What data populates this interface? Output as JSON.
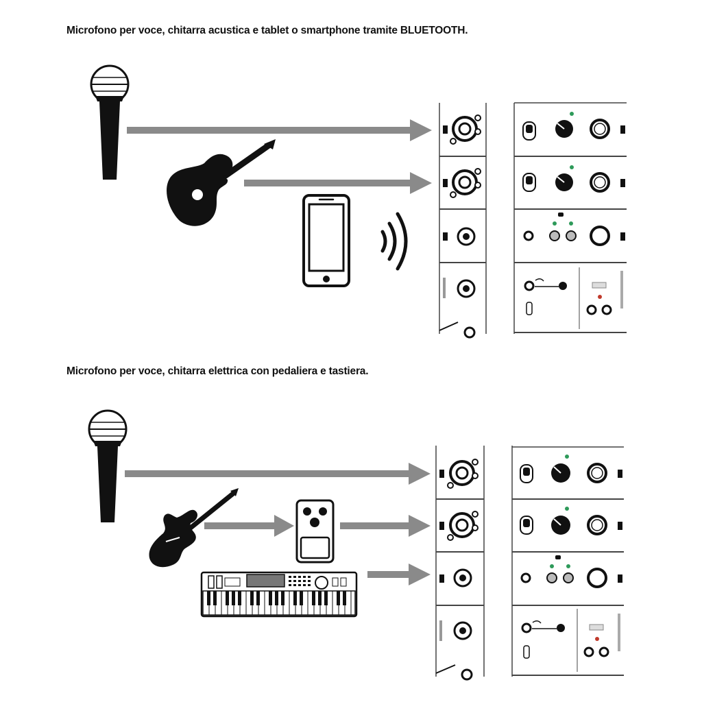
{
  "captions": {
    "scenario_1": "Microfono per voce, chitarra acustica e tablet o smartphone tramite BLUETOOTH.",
    "scenario_2": "Microfono per voce, chitarra elettrica con pedaliera e tastiera."
  },
  "colors": {
    "arrow": "#8a8a8a",
    "ink": "#111111",
    "panel_line": "#555555",
    "led_green": "#2e9a5a",
    "led_red": "#c0392b"
  },
  "icons": {
    "scenario_1": [
      "microphone-icon",
      "acoustic-guitar-icon",
      "smartphone-icon",
      "bluetooth-waves-icon",
      "mixer-panel"
    ],
    "scenario_2": [
      "microphone-icon",
      "electric-guitar-icon",
      "effects-pedal-icon",
      "keyboard-icon",
      "mixer-panel"
    ]
  }
}
